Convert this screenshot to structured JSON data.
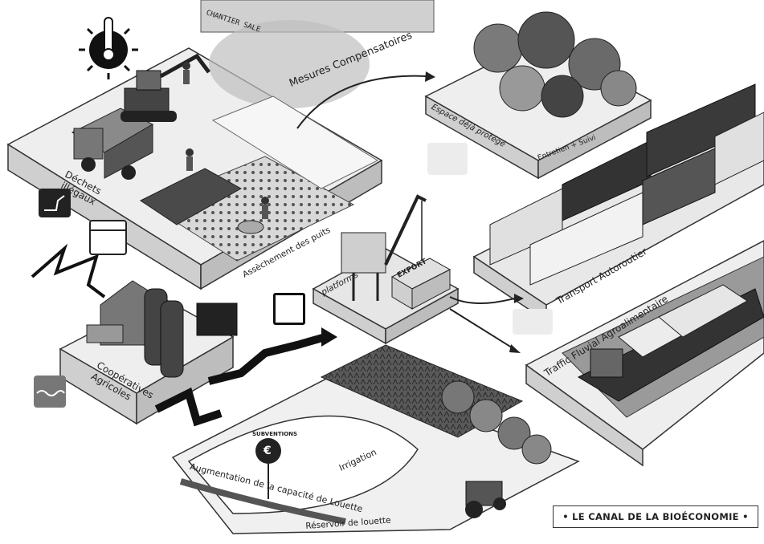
{
  "title": "• LE CANAL DE LA BIOÉCONOMIE •",
  "labels": {
    "mesures": "Mesures Compensatoires",
    "espace": "Espace déjà protégé",
    "entretien": "Entretien + Suivi",
    "dechets_1": "Déchets",
    "dechets_2": "illégaux",
    "assechement": "Assèchement des puits",
    "platforms": "platforms",
    "export": "EXPORT",
    "transport": "Transport Autoroutier",
    "fluvial": "Traffic Fluvial Agroalimentaire",
    "coop_1": "Coopératives",
    "coop_2": "Agricoles",
    "subventions": "SUBVENTIONS",
    "euro": "€",
    "irrigation": "Irrigation",
    "augmentation": "Augmentation de la capacité de Louette",
    "reservoir": "Réservoir de louette",
    "banner": "CHANTIER SALE"
  },
  "colors": {
    "ink": "#1e1e1e",
    "light": "#e6e6e6",
    "mid": "#a9a9a9",
    "dark": "#4a4a4a",
    "tree": "#6a6a6a",
    "sun": "#111111"
  },
  "icons": [
    "thermometer-sun-icon",
    "excavator-icon",
    "calendar-icon",
    "water-icon",
    "crane-icon",
    "truck-icon",
    "people-icon",
    "euro-sign-icon"
  ]
}
